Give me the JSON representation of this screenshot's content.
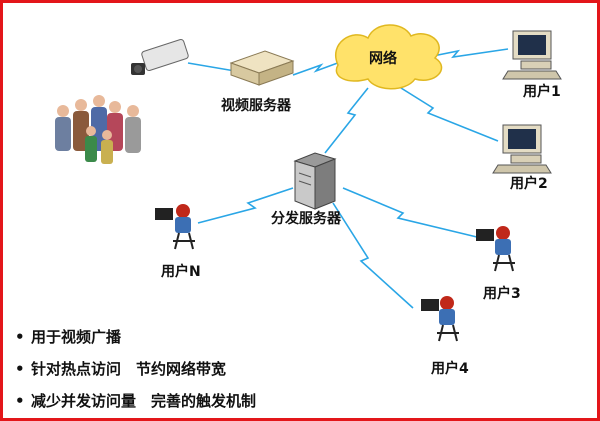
{
  "nodes": {
    "network": "网络",
    "video_server": "视频服务器",
    "dist_server": "分发服务器",
    "user1": "用户1",
    "user2": "用户2",
    "user3": "用户3",
    "user4": "用户4",
    "userN": "用户N"
  },
  "bullets": [
    {
      "symbol": "•",
      "text": "用于视频广播"
    },
    {
      "symbol": "•",
      "text": "针对热点访问　节约网络带宽"
    },
    {
      "symbol": "•",
      "text": "减少并发访问量　完善的触发机制"
    }
  ],
  "colors": {
    "border": "#e3161a",
    "link": "#2aa6e6",
    "cloud": "#ffe26a",
    "server": "#d8c9a0"
  }
}
